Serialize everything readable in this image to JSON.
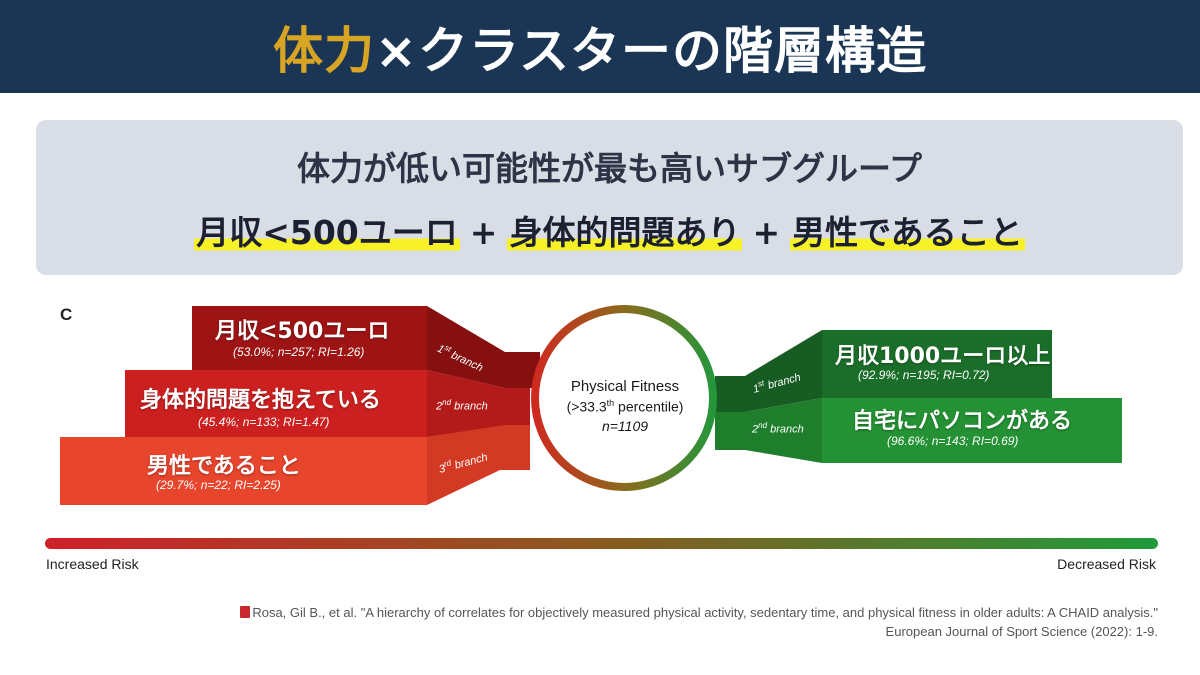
{
  "header": {
    "title_accent": "体力",
    "title_rest": "×クラスターの階層構造"
  },
  "summary": {
    "line1": "体力が低い可能性が最も高いサブグループ",
    "items": [
      "月収<500ユーロ",
      "身体的問題あり",
      "男性であること"
    ],
    "separator": "+"
  },
  "panel_letter": "C",
  "center": {
    "title": "Physical Fitness",
    "sub_prefix": "(>33.3",
    "sub_sup": "th",
    "sub_suffix": " percentile)",
    "n": "n=1109"
  },
  "left_nodes": [
    {
      "title": "月収<500ユーロ",
      "stat": "(53.0%; n=257; RI=1.26)",
      "branch_num": "1",
      "branch_sup": "st",
      "branch_word": " branch",
      "color": "#9e1414"
    },
    {
      "title": "身体的問題を抱えている",
      "stat": "(45.4%; n=133; RI=1.47)",
      "branch_num": "2",
      "branch_sup": "nd",
      "branch_word": " branch",
      "color": "#cc2020"
    },
    {
      "title": "男性であること",
      "stat": "(29.7%; n=22; RI=2.25)",
      "branch_num": "3",
      "branch_sup": "rd",
      "branch_word": " branch",
      "color": "#e8452d"
    }
  ],
  "right_nodes": [
    {
      "title": "月収1000ユーロ以上",
      "stat": "(92.9%; n=195; RI=0.72)",
      "branch_num": "1",
      "branch_sup": "st",
      "branch_word": " branch",
      "color": "#1b6e2a"
    },
    {
      "title": "自宅にパソコンがある",
      "stat": "(96.6%; n=143; RI=0.69)",
      "branch_num": "2",
      "branch_sup": "nd",
      "branch_word": " branch",
      "color": "#249234"
    }
  ],
  "scale": {
    "left_label": "Increased Risk",
    "right_label": "Decreased Risk",
    "colors": [
      "#d01f2a",
      "#8a5a1f",
      "#1f9a3a"
    ]
  },
  "citation": {
    "line1": "Rosa, Gil B., et al. \"A hierarchy of correlates for objectively measured physical activity, sedentary time, and physical fitness in older adults: A CHAID analysis.\"",
    "line2": "European Journal of Sport Science (2022): 1-9."
  }
}
